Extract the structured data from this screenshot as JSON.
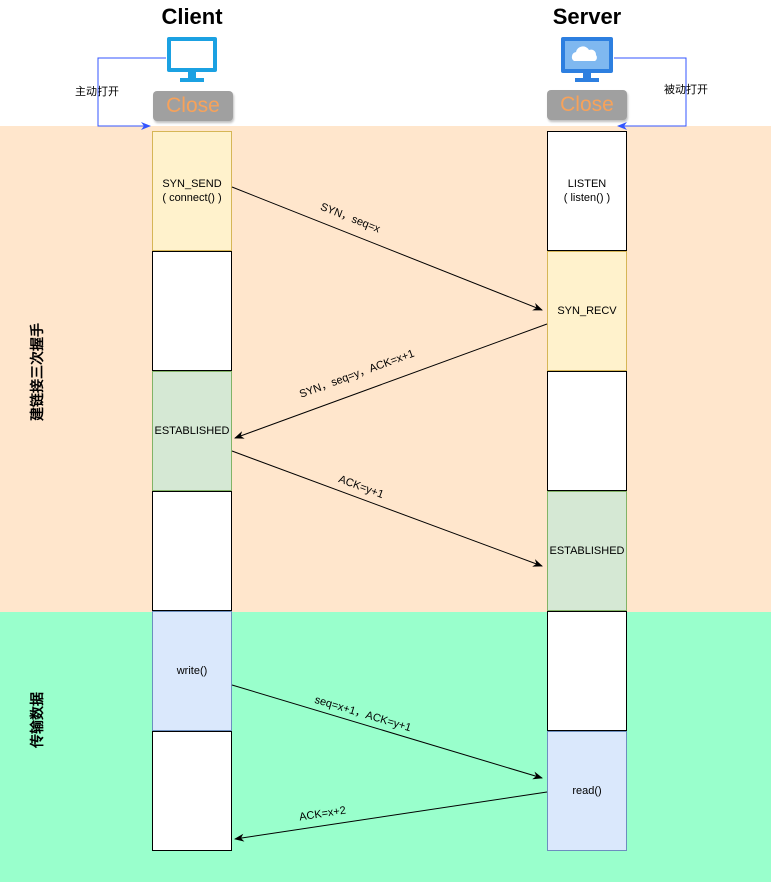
{
  "actors": {
    "client": {
      "title": "Client",
      "close_label": "Close",
      "side_label": "主动打开",
      "icon": "desktop-monitor-icon"
    },
    "server": {
      "title": "Server",
      "close_label": "Close",
      "side_label": "被动打开",
      "icon": "server-cloud-icon"
    }
  },
  "phases": {
    "handshake": {
      "label": "建链接三次握手"
    },
    "transfer": {
      "label": "传输数据"
    }
  },
  "client_states": [
    {
      "line1": "SYN_SEND",
      "line2": "( connect() )"
    },
    {
      "line1": "",
      "line2": ""
    },
    {
      "line1": "ESTABLISHED",
      "line2": ""
    },
    {
      "line1": "",
      "line2": ""
    },
    {
      "line1": "write()",
      "line2": ""
    },
    {
      "line1": "",
      "line2": ""
    }
  ],
  "server_states": [
    {
      "line1": "LISTEN",
      "line2": "( listen() )"
    },
    {
      "line1": "SYN_RECV",
      "line2": ""
    },
    {
      "line1": "",
      "line2": ""
    },
    {
      "line1": "ESTABLISHED",
      "line2": ""
    },
    {
      "line1": "",
      "line2": ""
    },
    {
      "line1": "read()",
      "line2": ""
    }
  ],
  "messages": {
    "syn": "SYN，seq=x",
    "syn_ack": "SYN，seq=y，ACK=x+1",
    "ack": "ACK=y+1",
    "data": "seq=x+1，ACK=y+1",
    "data_ack": "ACK=x+2"
  },
  "colors": {
    "handshake_band": "#ffe6cc",
    "transfer_band": "#99ffcc",
    "close_text": "#f7a25a",
    "monitor_blue": "#1ba1e2",
    "server_blue": "#2d7fe0"
  }
}
